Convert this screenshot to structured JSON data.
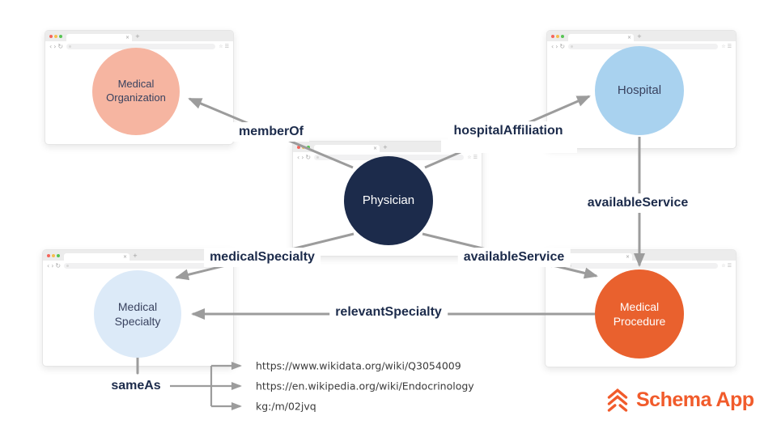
{
  "diagram": {
    "nodes": {
      "medical_organization": {
        "label": "Medical Organization",
        "color": "#F6B5A1"
      },
      "hospital": {
        "label": "Hospital",
        "color": "#A9D2EF"
      },
      "physician": {
        "label": "Physician",
        "color": "#1C2B4B"
      },
      "medical_specialty": {
        "label": "Medical Specialty",
        "color": "#DCEAF8"
      },
      "medical_procedure": {
        "label": "Medical Procedure",
        "color": "#E9612E"
      }
    },
    "edges": {
      "member_of": {
        "label": "memberOf"
      },
      "hospital_affiliation": {
        "label": "hospitalAffiliation"
      },
      "available_service_hospital": {
        "label": "availableService"
      },
      "available_service_physician": {
        "label": "availableService"
      },
      "medical_specialty": {
        "label": "medicalSpecialty"
      },
      "relevant_specialty": {
        "label": "relevantSpecialty"
      },
      "same_as": {
        "label": "sameAs",
        "targets": [
          "https://www.wikidata.org/wiki/Q3054009",
          "https://en.wikipedia.org/wiki/Endocrinology",
          "kg:/m/02jvq"
        ]
      }
    },
    "line_color": "#9C9C9C",
    "label_color": "#1C2B4B",
    "traffic_lights": {
      "red": "#F5655B",
      "yellow": "#F6BE4F",
      "green": "#57C454"
    }
  },
  "icons": {
    "close_tab": "×",
    "new_tab": "+",
    "back": "‹",
    "forward": "›",
    "reload": "↻",
    "bookmark": "☆",
    "menu": "☰"
  },
  "logo": {
    "text": "Schema App",
    "color": "#F15B2B"
  }
}
